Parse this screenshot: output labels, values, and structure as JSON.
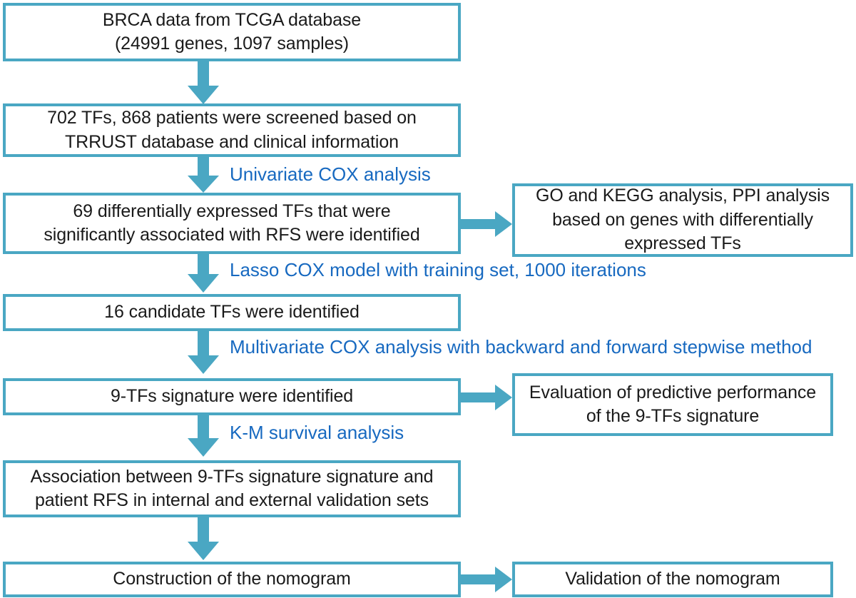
{
  "theme": {
    "box_border_color": "#4aa7c3",
    "arrow_color": "#4aa7c3",
    "annotation_text_color": "#1769c0",
    "box_text_color": "#1a1a1a",
    "background": "#ffffff"
  },
  "flowchart": {
    "nodes": [
      {
        "id": "tcga-data",
        "text": "BRCA data from TCGA database\n(24991 genes, 1097 samples)"
      },
      {
        "id": "screening",
        "text": "702 TFs, 868 patients were screened based on\nTRRUST database and clinical information"
      },
      {
        "id": "de-tfs",
        "text": "69 differentially expressed TFs that were\nsignificantly associated with RFS were identified"
      },
      {
        "id": "go-kegg-ppi",
        "text": "GO and KEGG analysis, PPI analysis\nbased on genes with differentially\nexpressed TFs"
      },
      {
        "id": "candidate-tfs",
        "text": "16 candidate TFs were identified"
      },
      {
        "id": "signature",
        "text": "9-TFs signature were identified"
      },
      {
        "id": "evaluation",
        "text": "Evaluation of predictive performance\nof the 9-TFs signature"
      },
      {
        "id": "association",
        "text": "Association between 9-TFs signature signature and\npatient RFS in internal and external validation sets"
      },
      {
        "id": "construction",
        "text": "Construction of the nomogram"
      },
      {
        "id": "validation",
        "text": "Validation of the nomogram"
      }
    ],
    "annotations": [
      {
        "id": "univariate",
        "text": "Univariate COX analysis"
      },
      {
        "id": "lasso",
        "text": "Lasso COX model with training set, 1000 iterations"
      },
      {
        "id": "multivariate",
        "text": "Multivariate COX analysis with backward and forward stepwise method"
      },
      {
        "id": "km",
        "text": "K-M survival analysis"
      }
    ]
  }
}
